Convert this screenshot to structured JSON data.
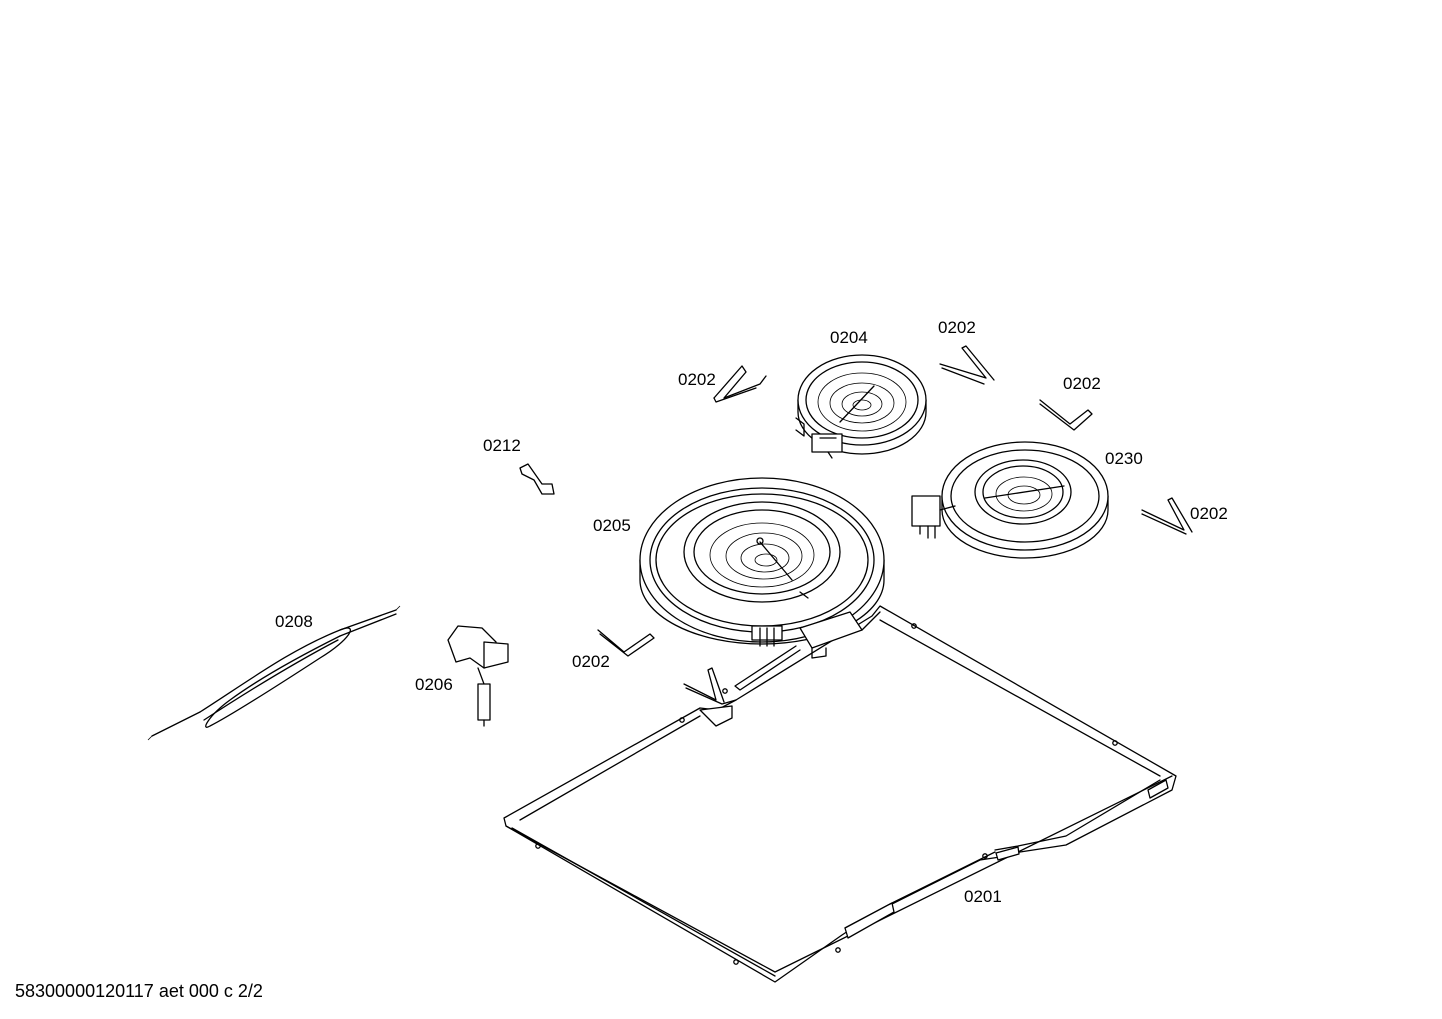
{
  "diagram": {
    "labels": {
      "p0201": "0201",
      "p0202_a": "0202",
      "p0202_b": "0202",
      "p0202_c": "0202",
      "p0202_d": "0202",
      "p0202_e": "0202",
      "p0204": "0204",
      "p0205": "0205",
      "p0206": "0206",
      "p0208": "0208",
      "p0212": "0212",
      "p0230": "0230"
    }
  },
  "footer": {
    "doc_code": "58300000120117 aet 000 c 2/2"
  }
}
